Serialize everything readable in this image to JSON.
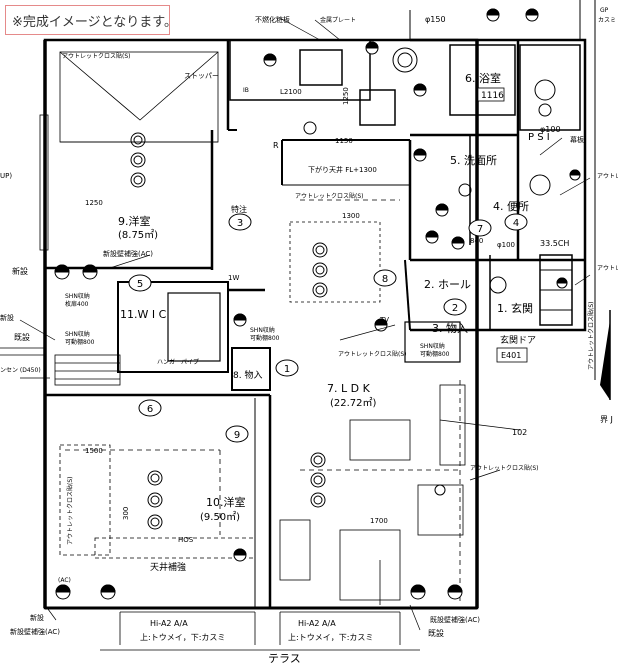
{
  "note": "※完成イメージとなります。",
  "rooms": {
    "western1": "9.洋室",
    "western1_area": "(8.75㎡)",
    "wic": "11.W I C",
    "western2": "10.洋室",
    "western2_area": "(9.50㎡)",
    "ldk": "7. L D K",
    "ldk_area": "(22.72㎡)",
    "hall": "2. ホール",
    "entrance": "1. 玄関",
    "storage3": "3. 物入",
    "storage8": "8. 物入",
    "toilet": "4. 便所",
    "washroom": "5. 洗面所",
    "bath": "6. 浴室",
    "bath_size": "1116",
    "psi": "P S I",
    "terrace": "テラス"
  },
  "labels": {
    "fire_board": "不燃化粧板",
    "metal_plate": "金属プレート",
    "ceiling_outlet1": "アウトレットクロス貼(S)",
    "ceiling_outlet2": "アウトレットクロス貼(S)",
    "ceiling_outlet3": "アウトレットクロス貼(S)",
    "ceiling_outlet4": "アウトレットクロス貼(S)",
    "outlet_right": "アウトレットクロス貼(S)",
    "outlet_left_vert": "アウトレットクロス貼(S)",
    "stopper": "ストッパー",
    "special": "特注",
    "shin_new": "新設",
    "new_wall": "新設壁補強(AC)",
    "shin_note": "SHN収納",
    "shin_note2": "SHN収納",
    "shin_note3": "SHN収納",
    "shin_note4": "SHN収納",
    "movable1": "枚扉400",
    "movable2": "可動棚800",
    "movable3": "可動棚800",
    "movable4": "可動棚800",
    "hanger": "ハンガーパイプ",
    "tenjo": "天井補強",
    "hos": "HOS",
    "entrance_door": "玄関ドア",
    "e401": "E401",
    "down_ceiling": "下がり天井 FL+1300",
    "existing": "既設",
    "existing2": "既設",
    "existing3": "既設",
    "existing_wall": "既設壁補強(AC)",
    "new_wall2": "新設壁補強(AC)",
    "new_left": "新設",
    "new_left2": "新設",
    "window_left": "Hi-A2 A/A",
    "window_right": "Hi-A2 A/A",
    "window_left_sub": "上:トウメイ，下:カスミ",
    "window_right_sub": "上:トウメイ，下:カスミ",
    "d450": "ンセン (D450)",
    "up_arrow": "UP)",
    "boundary": "界 J",
    "kaji": "カスミ",
    "gp": "GP",
    "dim_1250": "1250",
    "dim_1500": "1500",
    "dim_1700": "1700",
    "dim_1300": "1300",
    "dim_1150": "1150",
    "dim_1250b": "1250",
    "dim_2100": "L2100",
    "dim_840": "840",
    "dim_300": "300",
    "dim_102": "102",
    "phi150": "φ150",
    "phi100": "φ100",
    "phi100b": "φ100",
    "fl_note": "33.5CH",
    "ac": "(AC)",
    "iw": "1W",
    "tv": "TV",
    "r": "R",
    "ib": "IB",
    "outlet_label": "アウトレット",
    "outlet_label2": "アウトレット",
    "kishin": "幕板"
  },
  "callouts": [
    "1",
    "2",
    "3",
    "4",
    "5",
    "6",
    "7",
    "8",
    "9"
  ]
}
